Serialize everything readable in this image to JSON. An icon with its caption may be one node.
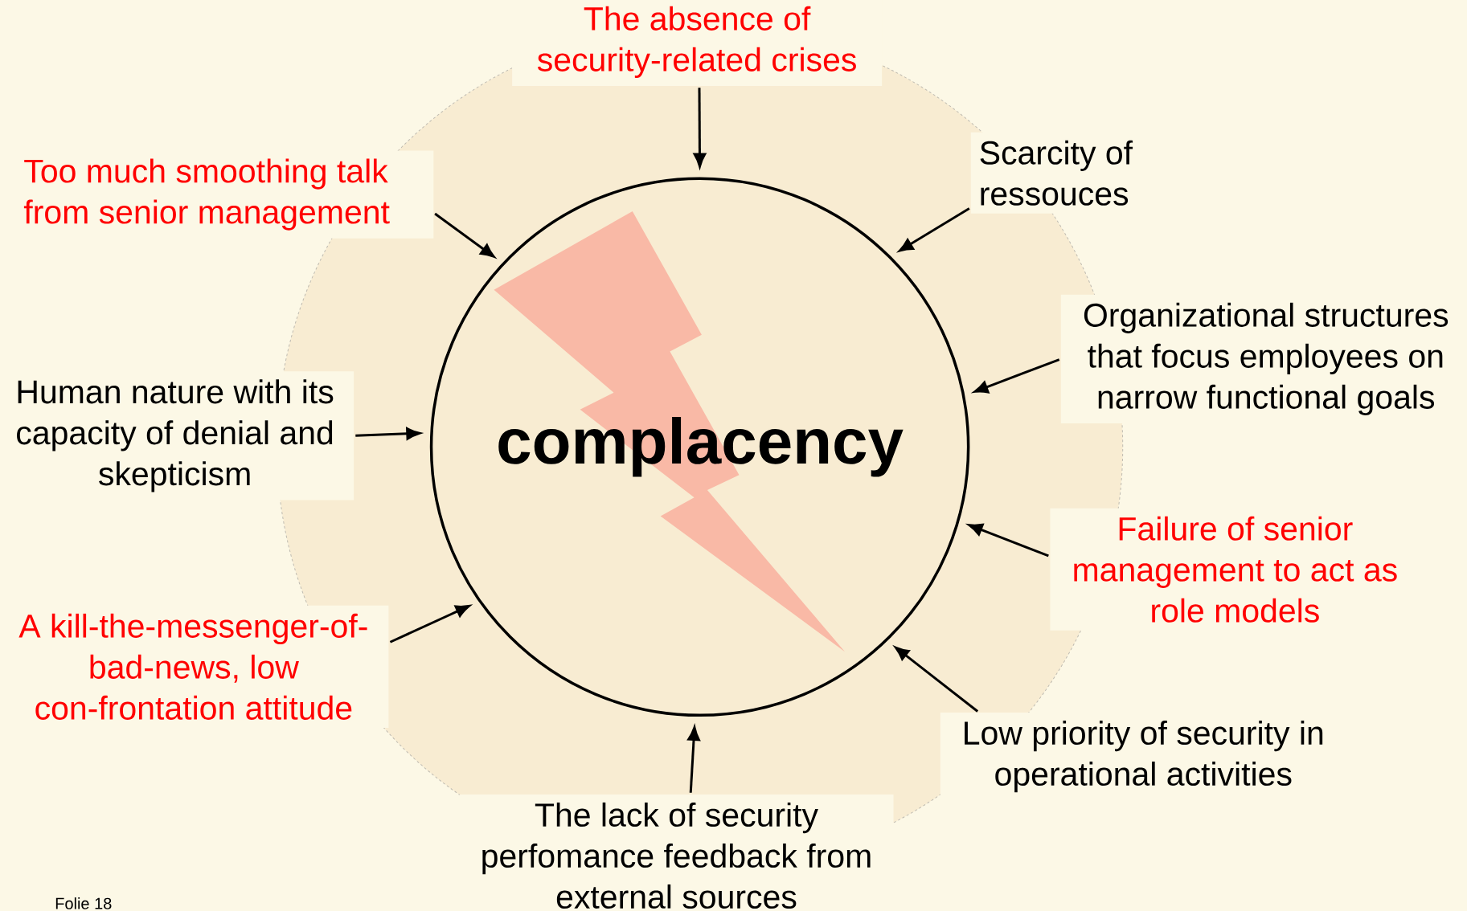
{
  "diagram": {
    "nodes": [
      {
        "text": [
          "complacency"
        ]
      },
      {
        "text": [
          "The absence of security-related crises"
        ]
      },
      {
        "text": [
          "Too much smoothing talk from senior management"
        ]
      },
      {
        "text": [
          "Scarcity of ressouces"
        ]
      },
      {
        "text": [
          "Organizational structures that focus employees on narrow functional goals"
        ]
      },
      {
        "text": [
          "Human nature with its capacity of denial and skepticism"
        ]
      },
      {
        "text": [
          "Failure of senior management to act as role models"
        ]
      },
      {
        "text": [
          "A kill-the-messenger-of-bad-news, low con-frontation attitude"
        ]
      },
      {
        "text": [
          "Low priority of security in operational activities"
        ]
      },
      {
        "text": [
          "The lack of security perfomance feedback from external sources"
        ]
      }
    ],
    "edges": [
      {
        "from": 1,
        "to": 0,
        "arrow": "to"
      },
      {
        "from": 2,
        "to": 0,
        "arrow": "to"
      },
      {
        "from": 3,
        "to": 0,
        "arrow": "to"
      },
      {
        "from": 4,
        "to": 0,
        "arrow": "to"
      },
      {
        "from": 5,
        "to": 0,
        "arrow": "to"
      },
      {
        "from": 6,
        "to": 0,
        "arrow": "to"
      },
      {
        "from": 7,
        "to": 0,
        "arrow": "to"
      },
      {
        "from": 8,
        "to": 0,
        "arrow": "to"
      },
      {
        "from": 9,
        "to": 0,
        "arrow": "to"
      }
    ],
    "labels": [
      "Folie 18"
    ]
  }
}
